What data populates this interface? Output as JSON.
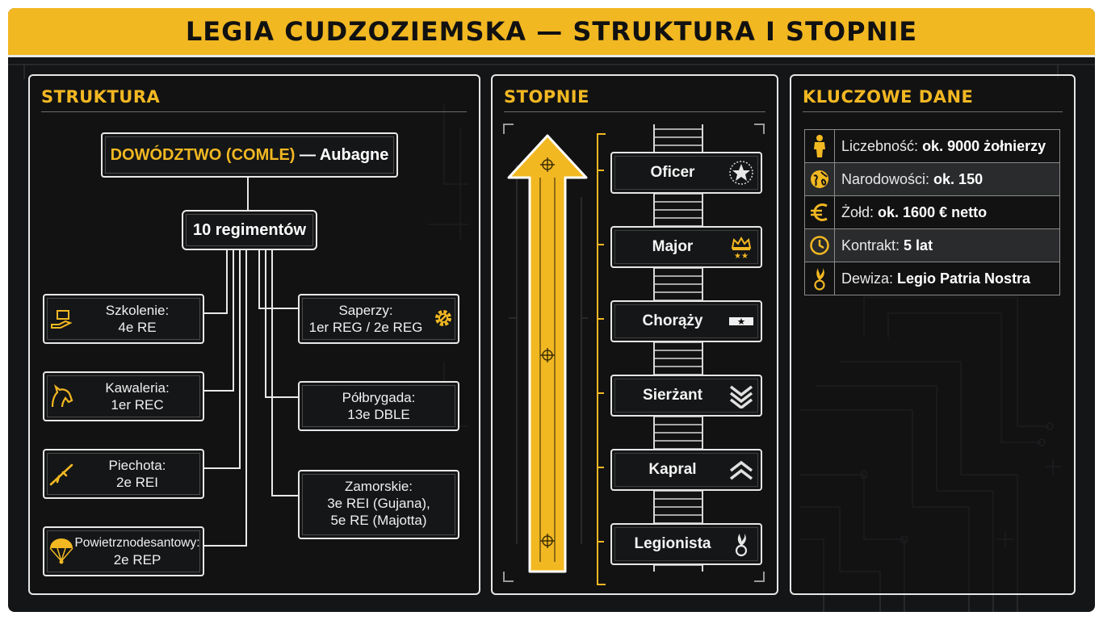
{
  "title": "LEGIA CUDZOZIEMSKA — STRUKTURA I STOPNIE",
  "colors": {
    "accent": "#f2b822",
    "background": "#141516",
    "text": "#f0f0f0"
  },
  "structure": {
    "heading": "STRUKTURA",
    "command": {
      "highlight": "DOWÓDZTWO (COMLE)",
      "rest": " — Aubagne"
    },
    "regiments": "10 regimentów",
    "left_units": [
      {
        "line1": "Szkolenie:",
        "line2": "4e RE",
        "icon": "training-icon"
      },
      {
        "line1": "Kawaleria:",
        "line2": "1er REC",
        "icon": "horse-icon"
      },
      {
        "line1": "Piechota:",
        "line2": "2e REI",
        "icon": "rifle-icon"
      },
      {
        "line1": "Powietrznodesantowy:",
        "line2": "2e REP",
        "icon": "parachute-icon"
      }
    ],
    "right_units": [
      {
        "line1": "Saperzy:",
        "line2": "1er REG / 2e REG",
        "icon": "gear-icon"
      },
      {
        "line1": "Półbrygada:",
        "line2": "13e DBLE"
      },
      {
        "line1": "Zamorskie:",
        "line2": "3e REI (Gujana),",
        "line3": "5e RE (Majotta)"
      }
    ]
  },
  "ranks": {
    "heading": "STOPNIE",
    "items": [
      {
        "label": "Oficer",
        "icon": "officer-star-icon"
      },
      {
        "label": "Major",
        "icon": "crown-stars-icon"
      },
      {
        "label": "Chorąży",
        "icon": "star-bar-icon"
      },
      {
        "label": "Sierżant",
        "icon": "triple-chevron-icon"
      },
      {
        "label": "Kapral",
        "icon": "double-chevron-icon"
      },
      {
        "label": "Legionista",
        "icon": "grenade-icon"
      }
    ]
  },
  "facts": {
    "heading": "KLUCZOWE DANE",
    "rows": [
      {
        "label": "Liczebność: ",
        "value": "ok. 9000 żołnierzy",
        "icon": "soldier-icon"
      },
      {
        "label": "Narodowości: ",
        "value": "ok. 150",
        "icon": "globe-icon"
      },
      {
        "label": "Żołd: ",
        "value": "ok. 1600 € netto",
        "icon": "euro-icon"
      },
      {
        "label": "Kontrakt: ",
        "value": "5 lat",
        "icon": "clock-icon"
      },
      {
        "label": "Dewiza: ",
        "value": "Legio Patria Nostra",
        "icon": "grenade-icon"
      }
    ]
  }
}
